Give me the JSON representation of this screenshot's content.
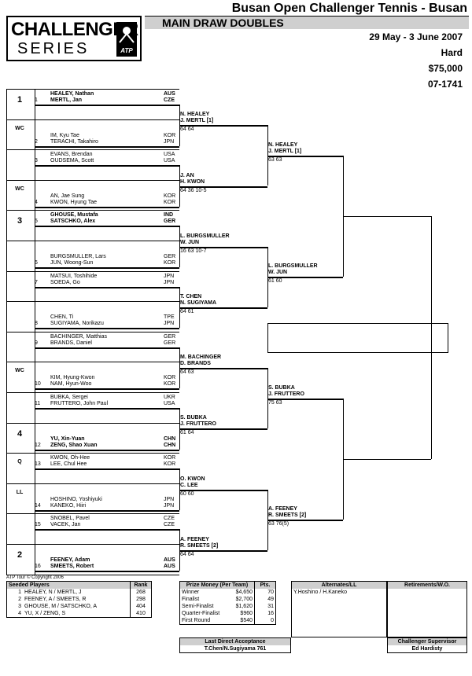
{
  "header": {
    "title": "Busan Open Challenger Tennis - Busan",
    "subtitle": "MAIN DRAW DOUBLES",
    "dates": "29 May - 3 June 2007",
    "surface": "Hard",
    "prize": "$75,000",
    "code": "07-1741",
    "logo_line1": "CHALLENGER",
    "logo_line2": "SERIES",
    "logo_mark": "ATP"
  },
  "draw": {
    "lines": [
      {
        "seed": "1",
        "num": "1",
        "p1": "HEALEY, Nathan",
        "c1": "AUS",
        "p2": "MERTL, Jan",
        "c2": "CZE",
        "bold": true
      },
      {
        "seed": "WC",
        "num": "2",
        "p1": "IM, Kyu Tae",
        "c1": "KOR",
        "p2": "TERACHI, Takahiro",
        "c2": "JPN",
        "bold": false
      },
      {
        "seed": "",
        "num": "3",
        "p1": "EVANS, Brendan",
        "c1": "USA",
        "p2": "OUDSEMA, Scott",
        "c2": "USA",
        "bold": false
      },
      {
        "seed": "WC",
        "num": "4",
        "p1": "AN, Jae Sung",
        "c1": "KOR",
        "p2": "KWON, Hyung Tae",
        "c2": "KOR",
        "bold": false
      },
      {
        "seed": "3",
        "num": "5",
        "p1": "GHOUSE, Mustafa",
        "c1": "IND",
        "p2": "SATSCHKO, Alex",
        "c2": "GER",
        "bold": true
      },
      {
        "seed": "",
        "num": "6",
        "p1": "BURGSMULLER, Lars",
        "c1": "GER",
        "p2": "JUN, Woong-Sun",
        "c2": "KOR",
        "bold": false
      },
      {
        "seed": "",
        "num": "7",
        "p1": "MATSUI, Toshihide",
        "c1": "JPN",
        "p2": "SOEDA, Go",
        "c2": "JPN",
        "bold": false
      },
      {
        "seed": "",
        "num": "8",
        "p1": "CHEN, Ti",
        "c1": "TPE",
        "p2": "SUGIYAMA, Norikazu",
        "c2": "JPN",
        "bold": false
      },
      {
        "seed": "",
        "num": "9",
        "p1": "BACHINGER, Matthias",
        "c1": "GER",
        "p2": "BRANDS, Daniel",
        "c2": "GER",
        "bold": false
      },
      {
        "seed": "WC",
        "num": "10",
        "p1": "KIM, Hyung-Kwon",
        "c1": "KOR",
        "p2": "NAM, Hyun-Woo",
        "c2": "KOR",
        "bold": false
      },
      {
        "seed": "",
        "num": "11",
        "p1": "BUBKA, Sergei",
        "c1": "UKR",
        "p2": "FRUTTERO, John Paul",
        "c2": "USA",
        "bold": false
      },
      {
        "seed": "4",
        "num": "12",
        "p1": "YU, Xin-Yuan",
        "c1": "CHN",
        "p2": "ZENG, Shao Xuan",
        "c2": "CHN",
        "bold": true
      },
      {
        "seed": "Q",
        "num": "13",
        "p1": "KWON, Oh-Hee",
        "c1": "KOR",
        "p2": "LEE, Chul Hee",
        "c2": "KOR",
        "bold": false
      },
      {
        "seed": "LL",
        "num": "14",
        "p1": "HOSHINO, Yoshiyuki",
        "c1": "JPN",
        "p2": "KANEKO, Hiiri",
        "c2": "JPN",
        "bold": false
      },
      {
        "seed": "",
        "num": "15",
        "p1": "SNOBEL, Pavel",
        "c1": "CZE",
        "p2": "VACEK, Jan",
        "c2": "CZE",
        "bold": false
      },
      {
        "seed": "2",
        "num": "16",
        "p1": "FEENEY, Adam",
        "c1": "AUS",
        "p2": "SMEETS, Robert",
        "c2": "AUS",
        "bold": true
      }
    ],
    "r2": [
      {
        "a": "N. HEALEY",
        "b": "J. MERTL [1]",
        "score": "64 64"
      },
      {
        "a": "J. AN",
        "b": "H. KWON",
        "score": "64 36 10-5"
      },
      {
        "a": "L. BURGSMULLER",
        "b": "W. JUN",
        "score": "16 63 10-7"
      },
      {
        "a": "T. CHEN",
        "b": "N. SUGIYAMA",
        "score": "64 61"
      },
      {
        "a": "M. BACHINGER",
        "b": "D. BRANDS",
        "score": "64 63"
      },
      {
        "a": "S. BUBKA",
        "b": "J. FRUTTERO",
        "score": "61 64"
      },
      {
        "a": "O. KWON",
        "b": "C. LEE",
        "score": "60 60"
      },
      {
        "a": "A. FEENEY",
        "b": "R. SMEETS [2]",
        "score": "64 64"
      }
    ],
    "qf": [
      {
        "a": "N. HEALEY",
        "b": "J. MERTL [1]",
        "score": "63 63"
      },
      {
        "a": "L. BURGSMULLER",
        "b": "W. JUN",
        "score": "61 60"
      },
      {
        "a": "S. BUBKA",
        "b": "J. FRUTTERO",
        "score": "75 63"
      },
      {
        "a": "A. FEENEY",
        "b": "R. SMEETS [2]",
        "score": "63 76(5)"
      }
    ]
  },
  "footer": {
    "copyright": "ATP Tour © Copyright 2006",
    "seeded_header": "Seeded Players",
    "rank_header": "Rank",
    "seeds": [
      {
        "n": "1",
        "name": "HEALEY, N / MERTL, J",
        "rank": "268"
      },
      {
        "n": "2",
        "name": "FEENEY, A / SMEETS, R",
        "rank": "298"
      },
      {
        "n": "3",
        "name": "GHOUSE, M / SATSCHKO, A",
        "rank": "404"
      },
      {
        "n": "4",
        "name": "YU, X / ZENG, S",
        "rank": "410"
      }
    ],
    "prize_header": "Prize Money (Per Team)",
    "pts_header": "Pts.",
    "prizes": [
      {
        "round": "Winner",
        "money": "$4,650",
        "pts": "70"
      },
      {
        "round": "Finalist",
        "money": "$2,700",
        "pts": "49"
      },
      {
        "round": "Semi-Finalist",
        "money": "$1,620",
        "pts": "31"
      },
      {
        "round": "Quarter-Finalist",
        "money": "$960",
        "pts": "16"
      },
      {
        "round": "First Round",
        "money": "$540",
        "pts": "0"
      }
    ],
    "alt_header": "Alternates/LL",
    "alt_value": "Y.Hoshino / H.Kaneko",
    "ret_header": "Retirements/W.O.",
    "lda_header": "Last Direct Acceptance",
    "lda_value": "T.Chen/N.Sugiyama 761",
    "sup_header": "Challenger Supervisor",
    "sup_value": "Ed Hardisty"
  }
}
